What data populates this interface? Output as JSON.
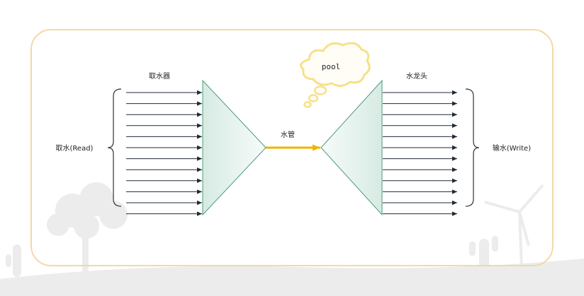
{
  "labels": {
    "cloud": "pool",
    "left_group": "取水器",
    "left_brace": "取水(Read)",
    "pipe": "水管",
    "right_group": "水龙头",
    "right_brace": "输水(Write)"
  },
  "arrows": {
    "left_count": 12,
    "right_count": 12
  },
  "colors": {
    "frame": "#f3d9a6",
    "cloud": "#f7e08a",
    "funnel_fill": "#e4f1ec",
    "funnel_stroke": "#4e9a7c",
    "pipe": "#f0b400",
    "arrow": "#1f2a35",
    "brace": "#333333",
    "decor": "#ececec"
  }
}
